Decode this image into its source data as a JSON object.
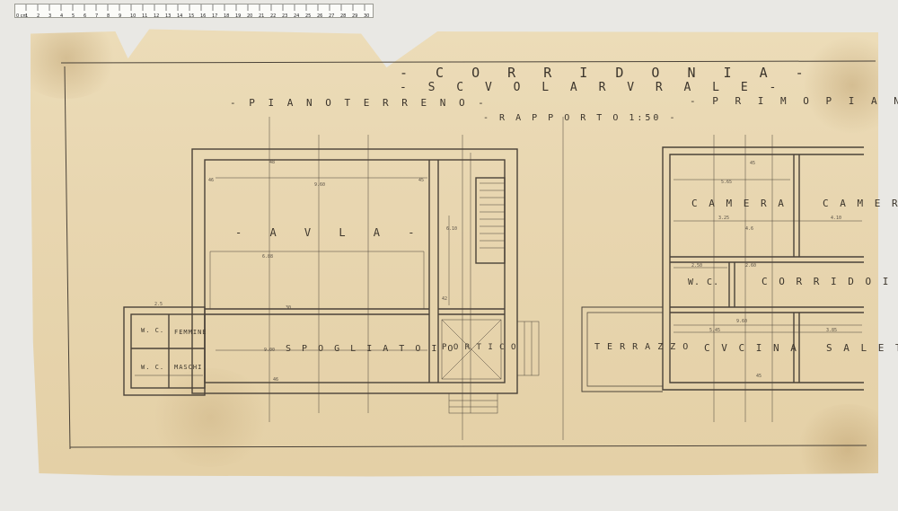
{
  "ruler": {
    "unit_label": "0 cm",
    "ticks": [
      "1",
      "2",
      "3",
      "4",
      "5",
      "6",
      "7",
      "8",
      "9",
      "10",
      "11",
      "12",
      "13",
      "14",
      "15",
      "16",
      "17",
      "18",
      "19",
      "20",
      "21",
      "22",
      "23",
      "24",
      "25",
      "26",
      "27",
      "28",
      "29",
      "30"
    ]
  },
  "drawing": {
    "title": "- C O R R I D O N I A -",
    "subtitle": "- S C V O L A   R V R A L E -",
    "scale": "- R A P P O R T O  1:50 -",
    "left_plan": {
      "heading": "- P I A N O  T E R R E N O -",
      "rooms": {
        "aula": "- A V L A -",
        "spogliatoio": "S P O G L I A T O I O",
        "portico": "P O R T I C O",
        "wc_femmine": "W. C.",
        "femmine": "FEMMINE",
        "wc_maschi": "W. C.",
        "maschi": "MASCHI"
      },
      "dimensions": [
        "48",
        "46",
        "9.60",
        "45",
        "6.88",
        "6.10",
        "42",
        "9.00",
        "46",
        "30",
        "2.5"
      ]
    },
    "right_plan": {
      "heading": "- P R I M O   P I A N O",
      "rooms": {
        "camera_1": "C A M E R A",
        "camera_2": "C A M E R",
        "wc": "W. C.",
        "corridoio": "C O R R I D O I O",
        "terrazzo": "T E R R A Z Z O",
        "cucina": "C V C I N A",
        "saletta": "S A L E T"
      },
      "dimensions": [
        "45",
        "5.65",
        "3.25",
        "4.10",
        "4.6",
        "2.50",
        "2.60",
        "9.60",
        "5.45",
        "3.85",
        "45"
      ]
    }
  },
  "colors": {
    "paper": "#e8d6b0",
    "ink": "#3b342b",
    "background": "#e9e8e4"
  }
}
